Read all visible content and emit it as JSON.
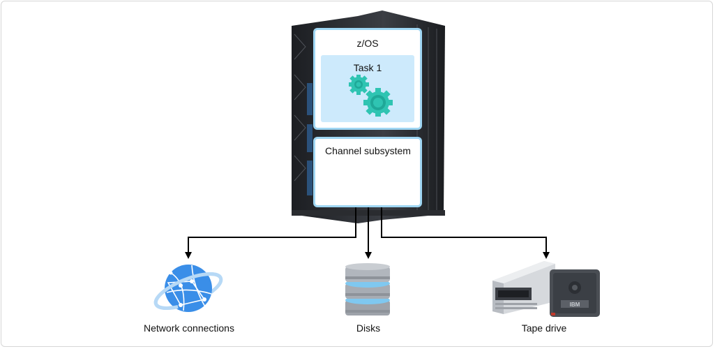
{
  "os_panel": {
    "title": "z/OS"
  },
  "task": {
    "title": "Task 1"
  },
  "channel": {
    "title": "Channel subsystem"
  },
  "devices": {
    "network": {
      "label": "Network connections"
    },
    "disks": {
      "label": "Disks"
    },
    "tape": {
      "label": "Tape drive",
      "brand": "IBM"
    }
  },
  "colors": {
    "panel_border": "#9fd6f3",
    "task_fill": "#cdeafc",
    "gear": "#2fc4b2",
    "globe": "#3a8ee8",
    "server": "#2b2e33"
  }
}
